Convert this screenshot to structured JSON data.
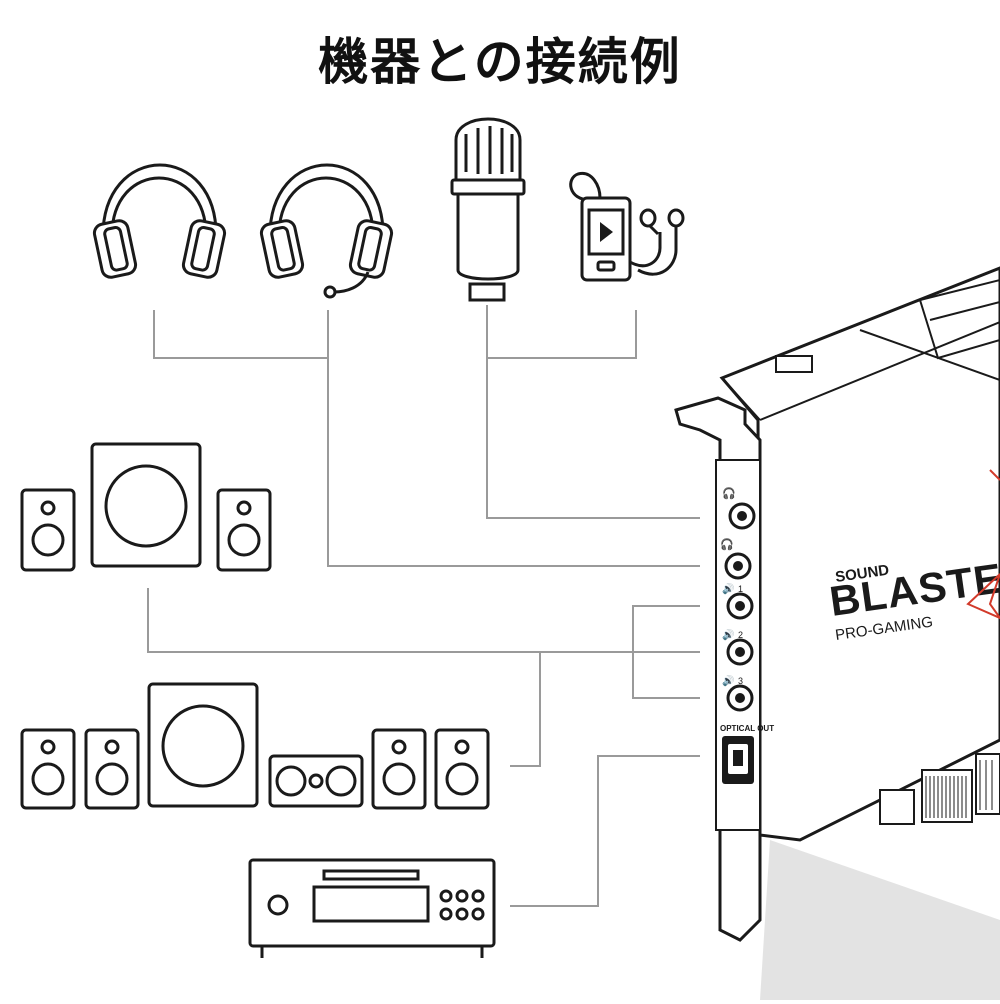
{
  "title": "機器との接続例",
  "devices": [
    {
      "name": "headphones",
      "icon": "headphones-icon"
    },
    {
      "name": "headset",
      "icon": "headset-icon"
    },
    {
      "name": "microphone",
      "icon": "microphone-icon"
    },
    {
      "name": "portable-player",
      "icon": "portable-player-icon"
    },
    {
      "name": "stereo-speakers",
      "icon": "speakers-2-1-icon"
    },
    {
      "name": "surround-speakers",
      "icon": "speakers-5-1-icon"
    },
    {
      "name": "av-receiver",
      "icon": "av-receiver-icon"
    }
  ],
  "card": {
    "brand_small": "SOUND",
    "brand_large": "BLASTER",
    "brand_sub": "PRO-GAMING",
    "port_labels": [
      "1",
      "2",
      "3"
    ],
    "optical_label": "OPTICAL OUT",
    "accent_color": "#d23a2a"
  },
  "colors": {
    "line": "#9a9a9a",
    "outline": "#1a1a1a",
    "card_shadow": "#c9c9c9"
  }
}
